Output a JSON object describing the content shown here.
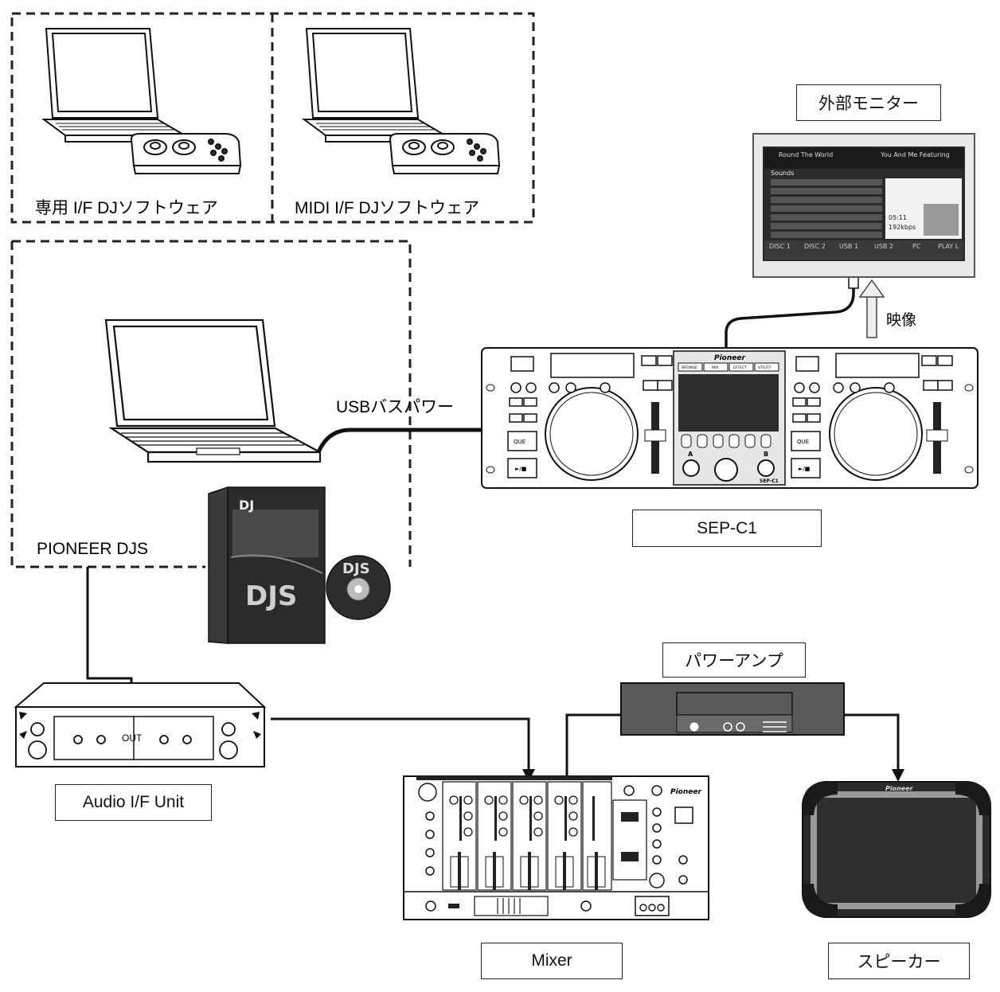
{
  "labels": {
    "dedicated_software": "専用 I/F  DJソフトウェア",
    "midi_software": "MIDI I/F  DJソフトウェア",
    "pioneer_djs": "PIONEER DJS",
    "usb_bus_power": "USBバスパワー",
    "video": "映像",
    "out": "OUT"
  },
  "boxes": {
    "external_monitor": "外部モニター",
    "sep_c1": "SEP-C1",
    "power_amp": "パワーアンプ",
    "audio_if_unit": "Audio I/F Unit",
    "mixer": "Mixer",
    "speaker": "スピーカー"
  },
  "brand": {
    "pioneer": "Pioneer",
    "djs": "DJS",
    "pro_dj": "DJ"
  },
  "monitor_screen": {
    "header_left": "Round The World",
    "header_right": "You And Me Featuring",
    "list_title": "Sounds",
    "tabs": [
      "DISC 1",
      "DISC 2",
      "USB 1",
      "USB 2",
      "PC",
      "PLAY L"
    ],
    "info_time": "05:11",
    "info_rate": "192kbps"
  },
  "device_labels": {
    "que": "QUE",
    "play": "►/■",
    "browse": "BROWSE",
    "mix": "MIX",
    "effect": "EFFECT",
    "utility": "UTILITY",
    "deck_a": "A",
    "deck_b": "B",
    "model": "SEP-C1"
  }
}
